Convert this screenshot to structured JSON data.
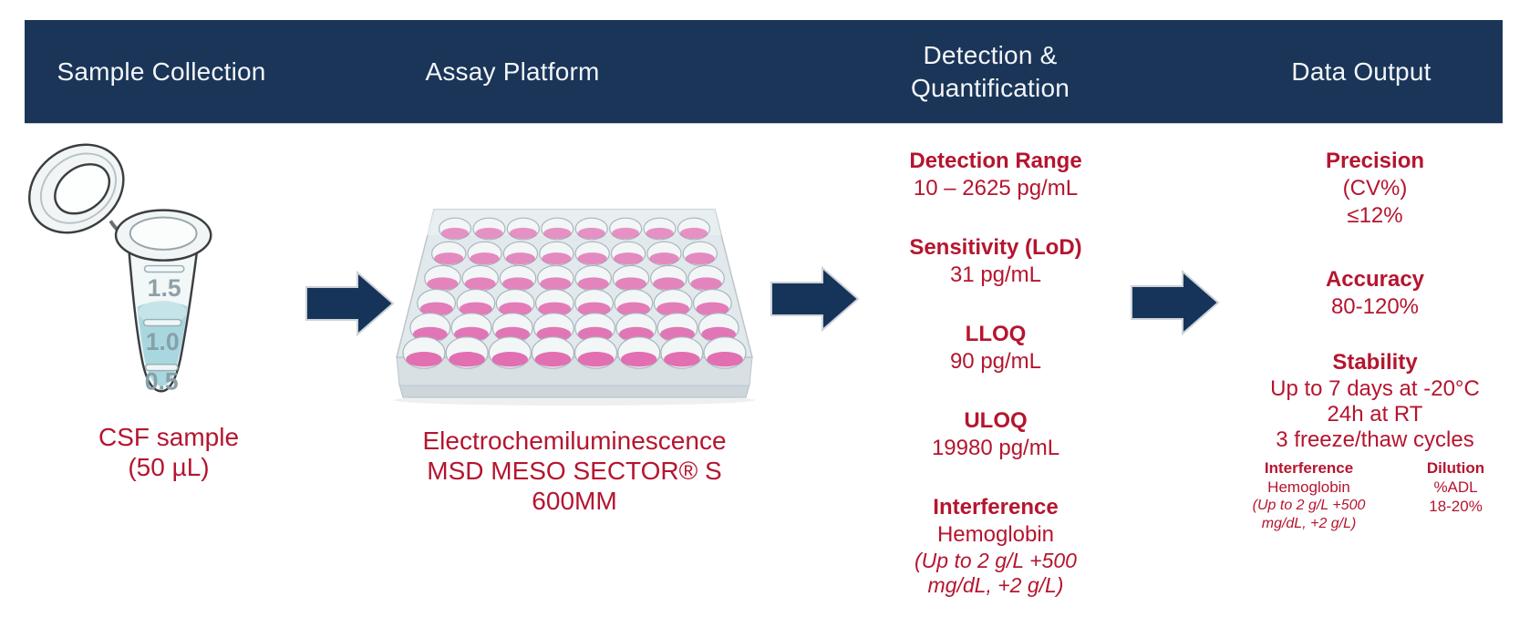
{
  "accent": {
    "navy": "#1a3558",
    "red": "#b5152f",
    "liquid_blue": "#a9d7e0",
    "well_pink": "#e06ab0"
  },
  "header": {
    "columns": [
      {
        "label": "Sample Collection"
      },
      {
        "label": "Assay Platform"
      },
      {
        "label": "Detection & Quantification"
      },
      {
        "label": "Data Output"
      }
    ]
  },
  "sample_collection": {
    "caption_line1": "CSF sample",
    "caption_line2": "(50 µL)",
    "tube_graduations": [
      "1.5",
      "1.0",
      "0.5"
    ]
  },
  "assay_platform": {
    "caption_line1": "Electrochemiluminescence",
    "caption_line2": "MSD MESO SECTOR® S",
    "caption_line3": "600MM"
  },
  "detection_quantification": {
    "items": [
      {
        "label": "Detection Range",
        "value": "10 – 2625 pg/mL"
      },
      {
        "label": "Sensitivity (LoD)",
        "value": "31 pg/mL"
      },
      {
        "label": "LLOQ",
        "value": "90 pg/mL"
      },
      {
        "label": "ULOQ",
        "value": "19980 pg/mL"
      },
      {
        "label": "Interference",
        "value": "Hemoglobin",
        "note_line1": "(Up to 2 g/L +500",
        "note_line2": "mg/dL, +2 g/L)"
      }
    ]
  },
  "data_output": {
    "precision": {
      "label": "Precision",
      "line1": "(CV%)",
      "line2": "≤12%"
    },
    "accuracy": {
      "label": "Accuracy",
      "value": "80-120%"
    },
    "stability": {
      "label": "Stability",
      "line1": "Up to 7 days at -20°C",
      "line2": "24h at RT",
      "line3": "3 freeze/thaw cycles"
    },
    "interference": {
      "label": "Interference",
      "value": "Hemoglobin",
      "note_line1": "(Up to 2 g/L +500",
      "note_line2": "mg/dL, +2 g/L)"
    },
    "dilution": {
      "label": "Dilution",
      "line1": "%ADL",
      "line2": "18-20%"
    }
  }
}
